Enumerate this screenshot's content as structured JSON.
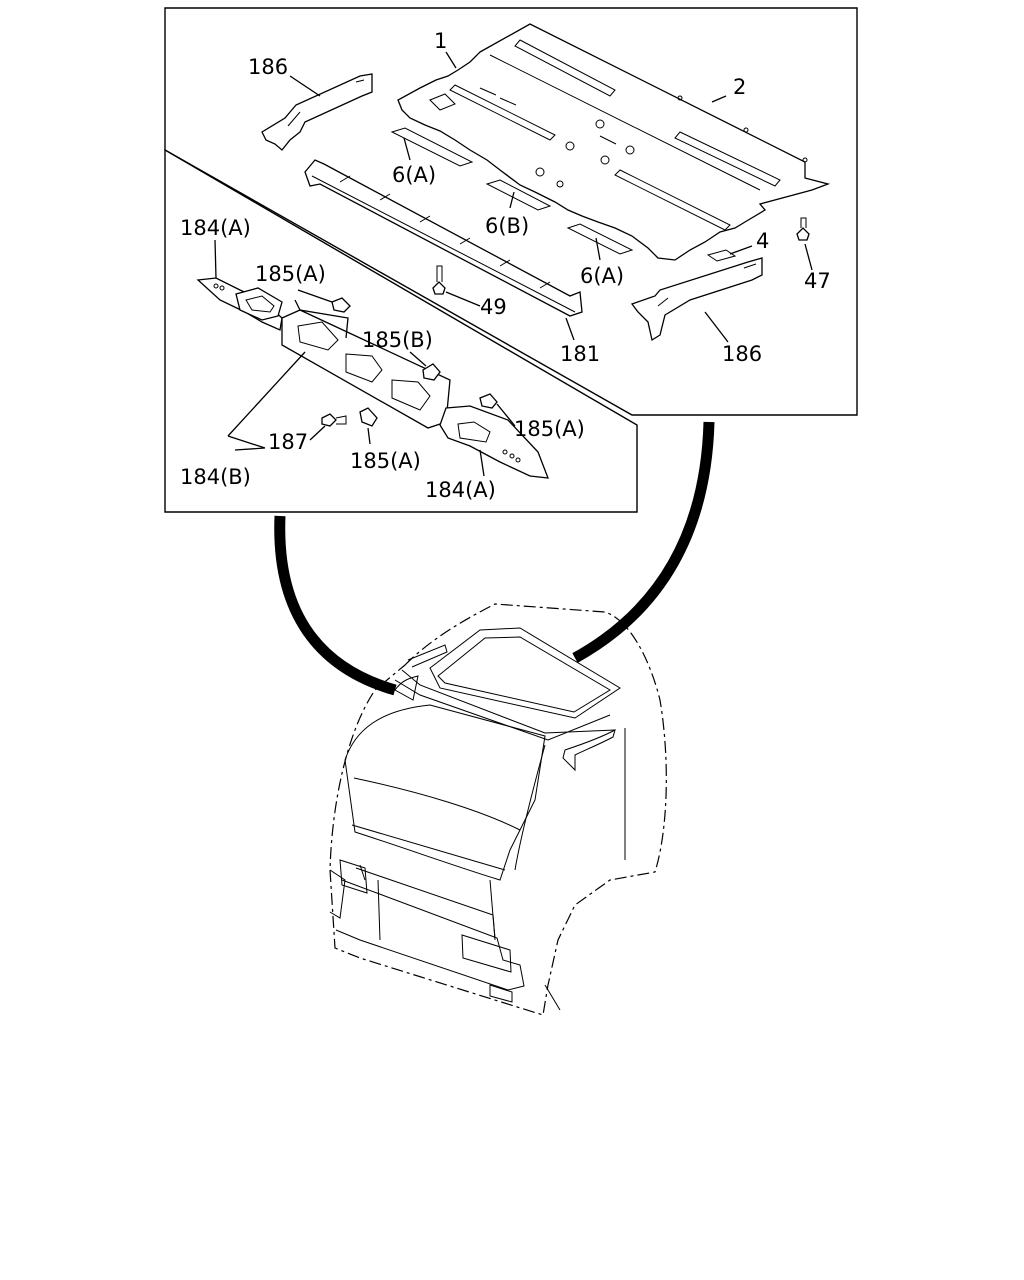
{
  "callouts": {
    "c186_top": "186",
    "c1": "1",
    "c2": "2",
    "c6a_top": "6(A)",
    "c6b": "6(B)",
    "c6a_bottom": "6(A)",
    "c4": "4",
    "c47": "47",
    "c49": "49",
    "c181": "181",
    "c186_bottom": "186",
    "c184a_top": "184(A)",
    "c185a_top": "185(A)",
    "c185b": "185(B)",
    "c185a_right": "185(A)",
    "c187": "187",
    "c185a_bottom": "185(A)",
    "c184b": "184(B)",
    "c184a_bottom": "184(A)"
  },
  "icons": {
    "cab": "truck-cab-icon",
    "roof_panel": "roof-panel-icon",
    "console": "overhead-console-icon",
    "clip": "clip-icon"
  }
}
